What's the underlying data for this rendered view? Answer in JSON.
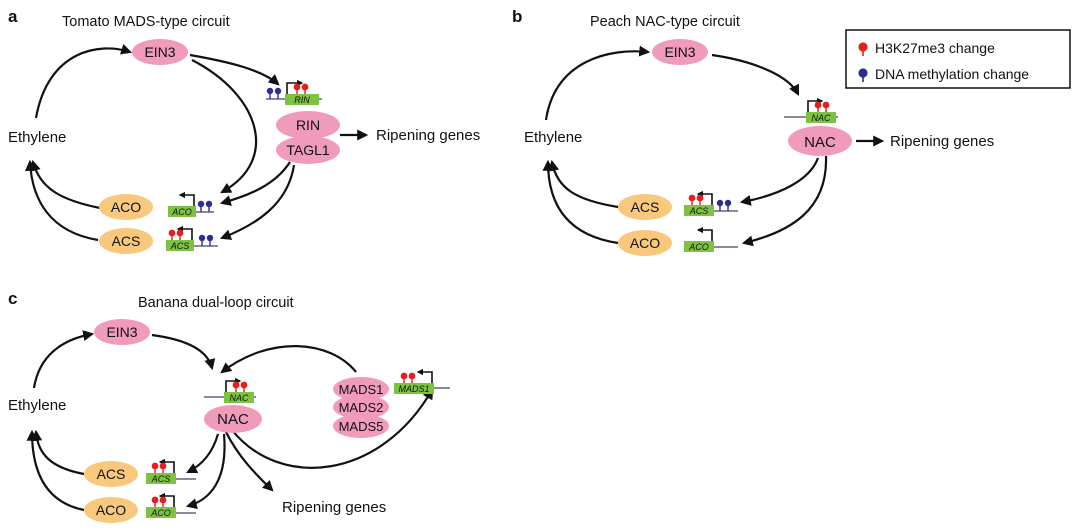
{
  "colors": {
    "pink_node": "#f09bbb",
    "orange_node": "#f8c97c",
    "gene_box": "#7dc240",
    "h3k27me3_marker": "#e3201d",
    "dna_methylation_marker": "#2b2d8f",
    "gene_line": "#8a8a9a"
  },
  "legend": {
    "h3k27me3": "H3K27me3 change",
    "dna_methylation": "DNA methylation change"
  },
  "panel_a": {
    "letter": "a",
    "title": "Tomato MADS-type circuit",
    "ein3": "EIN3",
    "ethylene": "Ethylene",
    "rin": "RIN",
    "tagl1": "TAGL1",
    "aco": "ACO",
    "acs": "ACS",
    "ripening": "Ripening genes",
    "gene_rin": "RIN",
    "gene_aco": "ACO",
    "gene_acs": "ACS"
  },
  "panel_b": {
    "letter": "b",
    "title": "Peach NAC-type circuit",
    "ein3": "EIN3",
    "ethylene": "Ethylene",
    "nac": "NAC",
    "acs": "ACS",
    "aco": "ACO",
    "ripening": "Ripening genes",
    "gene_nac": "NAC",
    "gene_acs": "ACS",
    "gene_aco": "ACO"
  },
  "panel_c": {
    "letter": "c",
    "title": "Banana dual-loop circuit",
    "ein3": "EIN3",
    "ethylene": "Ethylene",
    "nac": "NAC",
    "mads1": "MADS1",
    "mads2": "MADS2",
    "mads5": "MADS5",
    "acs": "ACS",
    "aco": "ACO",
    "ripening": "Ripening genes",
    "gene_nac": "NAC",
    "gene_mads1": "MADS1",
    "gene_acs": "ACS",
    "gene_aco": "ACO"
  }
}
